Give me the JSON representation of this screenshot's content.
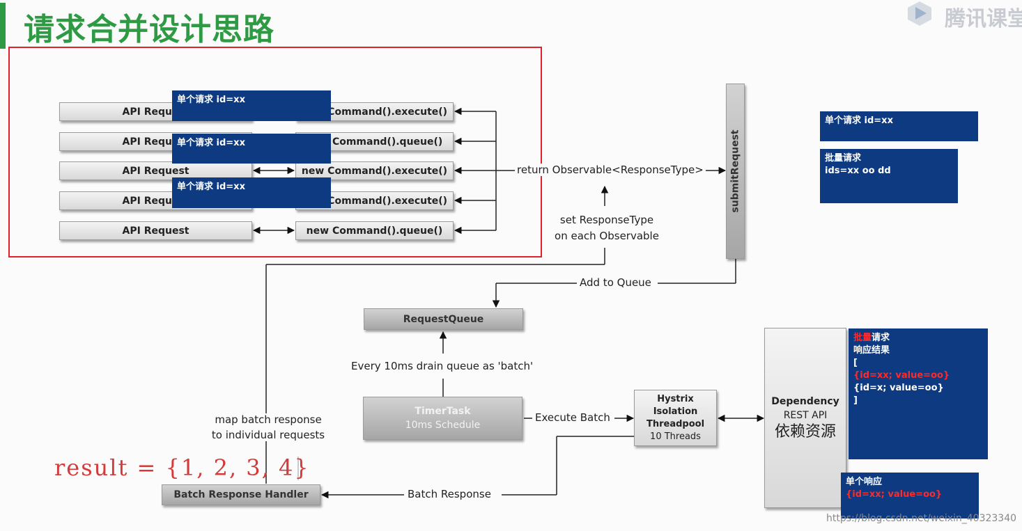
{
  "title": "请求合并设计思路",
  "logo": {
    "text": "腾讯课堂",
    "icon": "play-logo-icon"
  },
  "api_rows": [
    {
      "left": "API Request",
      "right": "new Command().execute()",
      "overlay": "单个请求 id=xx"
    },
    {
      "left": "API Request",
      "right": "new Command().queue()",
      "overlay": "单个请求 id=xx"
    },
    {
      "left": "API Request",
      "right": "new Command().execute()",
      "overlay": ""
    },
    {
      "left": "API Request",
      "right": "new Command().execute()",
      "overlay": "单个请求 id=xx"
    },
    {
      "left": "API Request",
      "right": "new Command().queue()",
      "overlay": ""
    }
  ],
  "labels": {
    "return_observable": "return Observable<ResponseType>",
    "set_response_type_1": "set ResponseType",
    "set_response_type_2": "on each Observable",
    "add_to_queue": "Add to Queue",
    "drain_queue": "Every 10ms drain queue as 'batch'",
    "execute_batch": "Execute Batch",
    "batch_response": "Batch Response",
    "map_batch_1": "map batch response",
    "map_batch_2": "to individual requests"
  },
  "boxes": {
    "submit_request": "submitRequest",
    "request_queue": "RequestQueue",
    "timer_task_title": "TimerTask",
    "timer_task_sub": "10ms Schedule",
    "hystrix_1": "Hystrix",
    "hystrix_2": "Isolation",
    "hystrix_3": "Threadpool",
    "hystrix_4": "10 Threads",
    "dependency_1": "Dependency",
    "dependency_2": "REST API",
    "dependency_3": "依赖资源",
    "batch_handler": "Batch Response Handler"
  },
  "notes": {
    "single_request": "单个请求 id=xx",
    "batch_request_1": "批量请求",
    "batch_request_2": "ids=xx oo dd",
    "batch_result_1_red": "批量",
    "batch_result_1": "请求",
    "batch_result_2": "响应结果",
    "batch_result_3": "[",
    "batch_result_4_red": "{id=xx; value=oo}",
    "batch_result_5": "{id=x; value=oo}",
    "batch_result_6": "]",
    "single_response_1": "单个响应",
    "single_response_2_red": "{id=xx; value=oo}"
  },
  "result_text": "result = {1, 2, 3, 4}",
  "watermark": "https://blog.csdn.net/weixin_40323340",
  "colors": {
    "title_green": "#2e9a43",
    "note_blue": "#0d3a80",
    "frame_red": "#e0202a",
    "highlight_red": "#ff2a2a"
  }
}
